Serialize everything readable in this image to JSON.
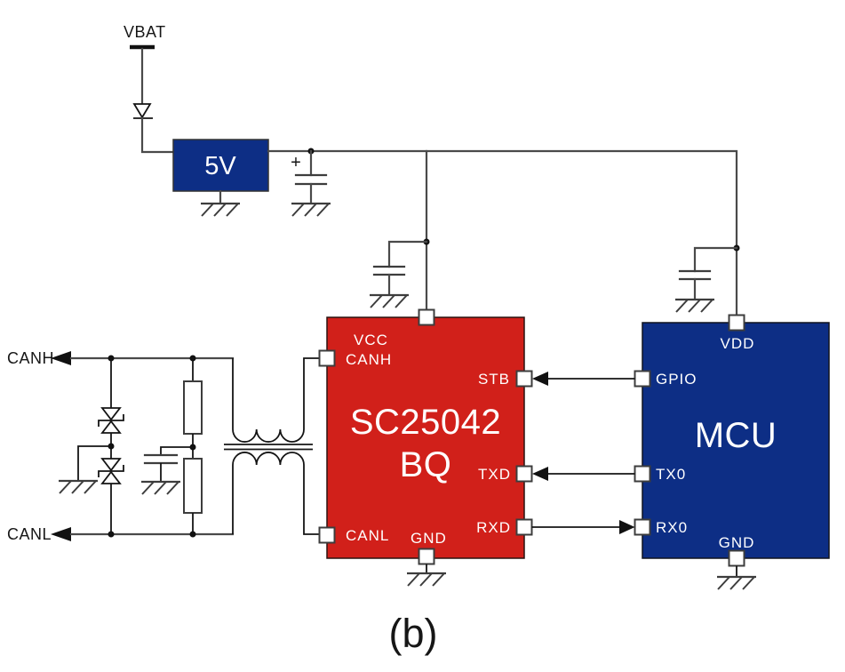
{
  "colors": {
    "ic_red": "#d1201a",
    "ic_blue": "#0d2e85",
    "wire_gray": "#4a4a4a",
    "signal_black": "#141414"
  },
  "power": {
    "vbat_label": "VBAT",
    "regulator_label": "5V",
    "cap_polarity": "+"
  },
  "bus": {
    "canh_label": "CANH",
    "canl_label": "CANL"
  },
  "transceiver": {
    "name_line1": "SC25042",
    "name_line2": "BQ",
    "pin_vcc": "VCC",
    "pin_canh": "CANH",
    "pin_canl": "CANL",
    "pin_gnd": "GND",
    "pin_stb": "STB",
    "pin_txd": "TXD",
    "pin_rxd": "RXD"
  },
  "mcu": {
    "name": "MCU",
    "pin_vdd": "VDD",
    "pin_gpio": "GPIO",
    "pin_tx0": "TX0",
    "pin_rx0": "RX0",
    "pin_gnd": "GND"
  },
  "caption": "(b)"
}
